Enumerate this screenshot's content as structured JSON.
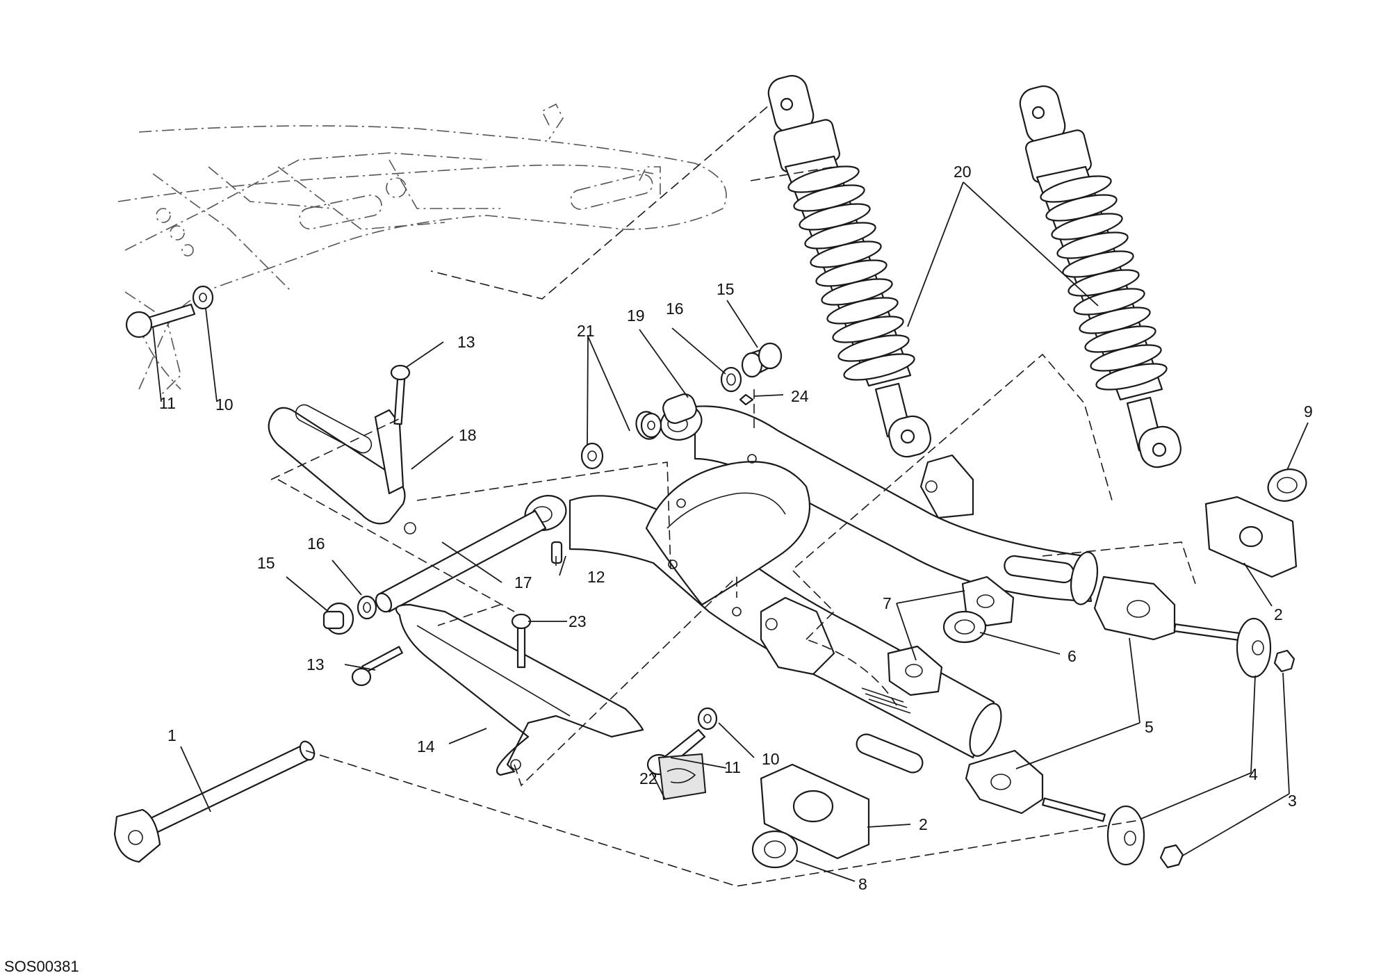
{
  "drawing_code": "SOS00381",
  "callouts": [
    {
      "label": "1"
    },
    {
      "label": "2"
    },
    {
      "label": "2"
    },
    {
      "label": "3"
    },
    {
      "label": "4"
    },
    {
      "label": "5"
    },
    {
      "label": "6"
    },
    {
      "label": "7"
    },
    {
      "label": "8"
    },
    {
      "label": "9"
    },
    {
      "label": "10"
    },
    {
      "label": "10"
    },
    {
      "label": "11"
    },
    {
      "label": "11"
    },
    {
      "label": "12"
    },
    {
      "label": "13"
    },
    {
      "label": "13"
    },
    {
      "label": "14"
    },
    {
      "label": "15"
    },
    {
      "label": "15"
    },
    {
      "label": "16"
    },
    {
      "label": "16"
    },
    {
      "label": "17"
    },
    {
      "label": "18"
    },
    {
      "label": "19"
    },
    {
      "label": "20"
    },
    {
      "label": "21"
    },
    {
      "label": "22"
    },
    {
      "label": "23"
    },
    {
      "label": "24"
    }
  ]
}
